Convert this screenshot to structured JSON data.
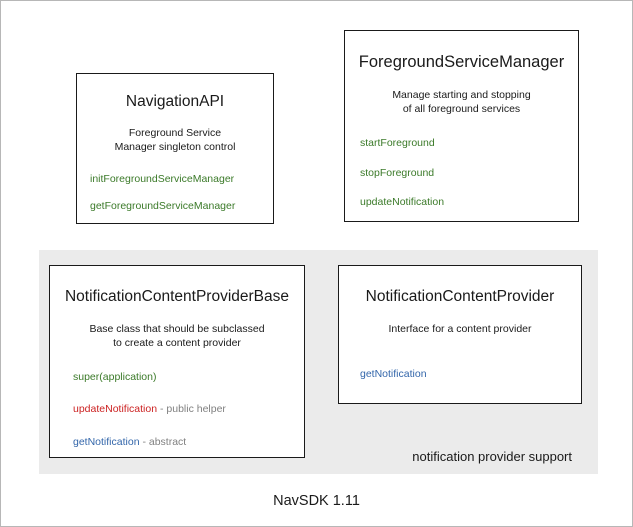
{
  "diagram": {
    "footer_caption": "NavSDK 1.11",
    "group": {
      "label": "notification provider support"
    },
    "boxes": {
      "navigation_api": {
        "title": "NavigationAPI",
        "description_line1": "Foreground Service",
        "description_line2": "Manager singleton control",
        "methods": [
          {
            "name": "initForegroundServiceManager",
            "note": "",
            "color": "#3b7a29"
          },
          {
            "name": "getForegroundServiceManager",
            "note": "",
            "color": "#3b7a29"
          }
        ]
      },
      "foreground_service_manager": {
        "title": "ForegroundServiceManager",
        "description_line1": "Manage starting and stopping",
        "description_line2": "of all foreground services",
        "methods": [
          {
            "name": "startForeground",
            "note": "",
            "color": "#3b7a29"
          },
          {
            "name": "stopForeground",
            "note": "",
            "color": "#3b7a29"
          },
          {
            "name": "updateNotification",
            "note": "",
            "color": "#3b7a29"
          }
        ]
      },
      "notification_content_provider_base": {
        "title": "NotificationContentProviderBase",
        "description_line1": "Base class that should be subclassed",
        "description_line2": "to create a content provider",
        "methods": [
          {
            "name": "super(application)",
            "note": "",
            "color": "#3b7a29"
          },
          {
            "name": "updateNotification",
            "note": " - public helper",
            "color": "#cc2222"
          },
          {
            "name": "getNotification",
            "note": " - abstract",
            "color": "#3366aa"
          }
        ]
      },
      "notification_content_provider": {
        "title": "NotificationContentProvider",
        "description_line1": "Interface for a content provider",
        "description_line2": "",
        "methods": [
          {
            "name": "getNotification",
            "note": "",
            "color": "#3366aa"
          }
        ]
      }
    }
  },
  "colors": {
    "method_green": "#3b7a29",
    "method_red": "#cc2222",
    "method_blue": "#3366aa",
    "note_gray": "#808080",
    "group_background": "#ebebeb",
    "box_border": "#1a1a1a",
    "canvas_background": "#ffffff"
  }
}
